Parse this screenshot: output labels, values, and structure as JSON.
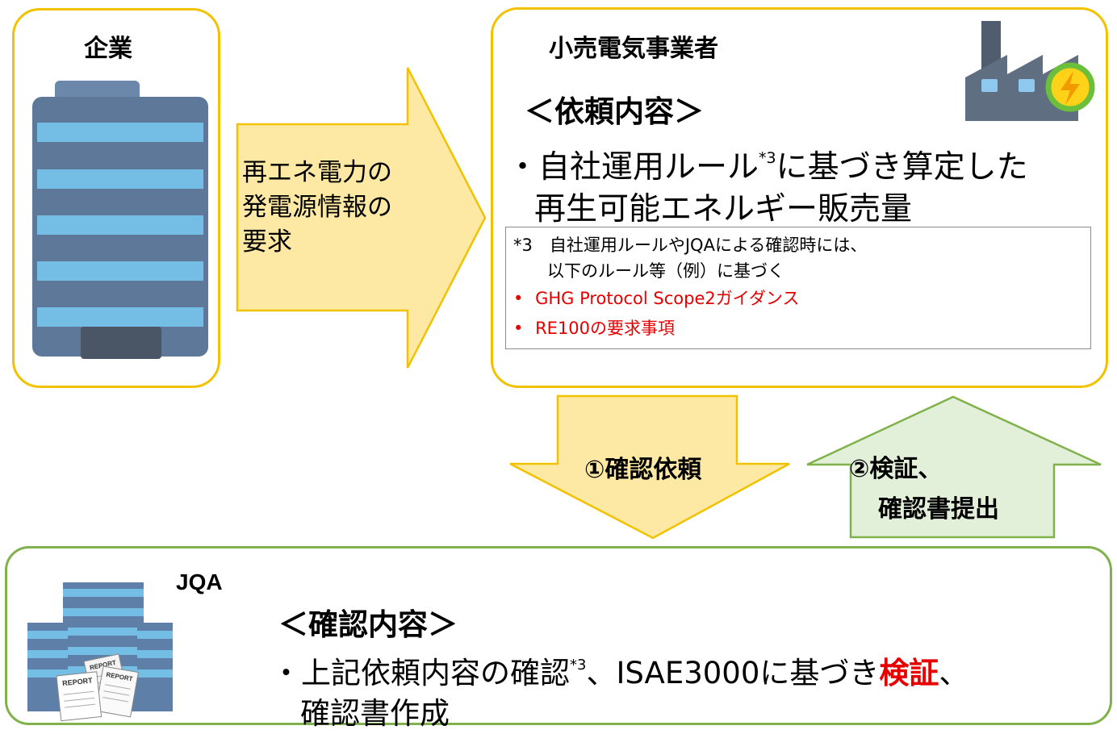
{
  "company": {
    "title": "企業"
  },
  "request_arrow": {
    "lines": [
      "再エネ電力の",
      "発電源情報の",
      "要求"
    ]
  },
  "retailer": {
    "title": "小売電気事業者",
    "request_heading": "＜依頼内容＞",
    "request_bullet": "・",
    "request_line1_pre": "自社運用ルール",
    "request_line1_sup": "*3",
    "request_line1_post": "に基づき算定した",
    "request_line2": "再生可能エネルギー販売量",
    "note": {
      "line1": "*3　自社運用ルールやJQAによる確認時には、",
      "line2": "以下のルール等（例）に基づく",
      "bullets": [
        {
          "marker": "•",
          "text": "GHG Protocol Scope2ガイダンス"
        },
        {
          "marker": "•",
          "text": "RE100の要求事項"
        }
      ]
    }
  },
  "flow": {
    "confirm_request": "①確認依頼",
    "verify_line1": "②検証、",
    "verify_line2": "確認書提出"
  },
  "jqa": {
    "title": "JQA",
    "heading": "＜確認内容＞",
    "bullet": "・",
    "line1_pre": "上記依頼内容の確認",
    "line1_sup": "*3",
    "line1_mid": "、ISAE3000に基づき",
    "line1_emph": "検証",
    "line1_post": "、",
    "line2": "確認書作成",
    "report_label": "REPORT"
  },
  "colors": {
    "yellow_border": "#f2c200",
    "yellow_fill": "#fde9a3",
    "green_border": "#7fb24a",
    "green_fill": "#e2efd9",
    "building_blue": "#74bde5",
    "building_gray": "#5d7899",
    "factory_gray": "#5f6e80",
    "emphasis_red": "#e60000"
  }
}
